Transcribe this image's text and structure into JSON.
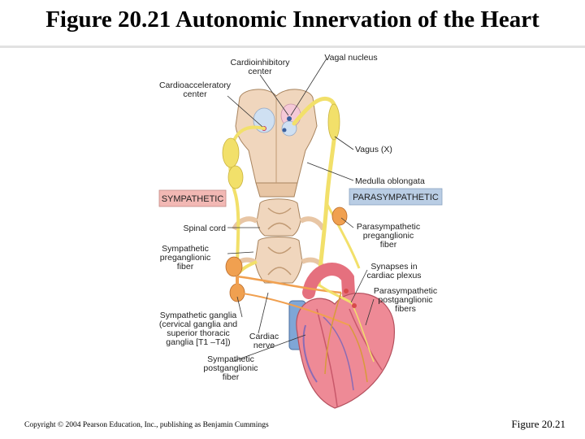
{
  "title": "Figure 20.21 Autonomic Innervation of the Heart",
  "labels": {
    "cardioinhibitory_1": "Cardioinhibitory",
    "cardioinhibitory_2": "center",
    "vagal_nucleus": "Vagal nucleus",
    "cardioacceleratory_1": "Cardioacceleratory",
    "cardioacceleratory_2": "center",
    "vagus": "Vagus (X)",
    "medulla": "Medulla oblongata",
    "sympathetic": "SYMPATHETIC",
    "parasympathetic": "PARASYMPATHETIC",
    "spinal_cord": "Spinal cord",
    "symp_pre_1": "Sympathetic",
    "symp_pre_2": "preganglionic",
    "symp_pre_3": "fiber",
    "para_pre_1": "Parasympathetic",
    "para_pre_2": "preganglionic",
    "para_pre_3": "fiber",
    "synapses_1": "Synapses in",
    "synapses_2": "cardiac plexus",
    "para_post_1": "Parasympathetic",
    "para_post_2": "postganglionic",
    "para_post_3": "fibers",
    "symp_ganglia_1": "Sympathetic ganglia",
    "symp_ganglia_2": "(cervical ganglia and",
    "symp_ganglia_3": "superior thoracic",
    "symp_ganglia_4": "ganglia [T1 –T4])",
    "cardiac_nerve_1": "Cardiac",
    "cardiac_nerve_2": "nerve",
    "symp_post_1": "Sympathetic",
    "symp_post_2": "postganglionic",
    "symp_post_3": "fiber"
  },
  "footer": {
    "copyright": "Copyright © 2004 Pearson Education, Inc., publishing as Benjamin Cummings",
    "figure_ref": "Figure 20.21"
  },
  "colors": {
    "sympathetic_box": "#f2b8b4",
    "parasympathetic_box": "#b9cde4",
    "nerve_yellow": "#f2e06a",
    "ganglion_orange": "#f0a050",
    "heart_pink": "#ee8a96",
    "spinal_tan": "#f0d6bd"
  }
}
